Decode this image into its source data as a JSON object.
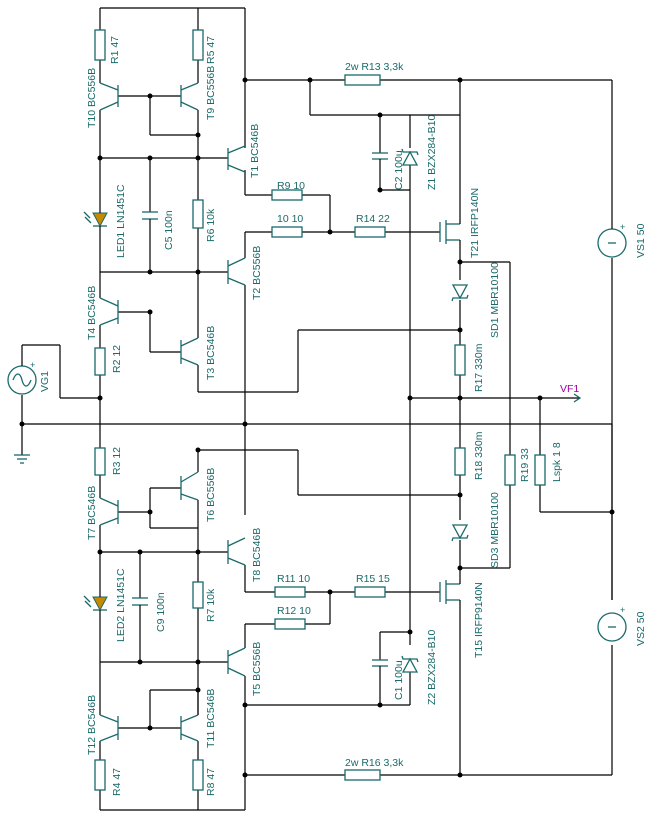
{
  "components": {
    "R1": "R1 47",
    "R5": "R5 47",
    "T10": "T10 BC556B",
    "T9": "T9 BC556B",
    "T1": "T1 BC546B",
    "R13": "2w R13 3,3k",
    "C2": "C2 100u",
    "Z1": "Z1 BZX284-B10",
    "T21": "T21 IRFP140N",
    "R9": "R9 10",
    "R10": "10 10",
    "R14": "R14 22",
    "LED1": "LED1 LN1451C",
    "C5": "C5 100n",
    "R6": "R6 10k",
    "T2": "T2 BC556B",
    "VS1": "VS1 50",
    "SD1": "SD1 MBR10100",
    "T4": "T4 BC546B",
    "T3": "T3 BC546B",
    "R2": "R2 12",
    "VG1": "VG1",
    "R17": "R17 330m",
    "VF1": "VF1",
    "R3": "R3 12",
    "R18": "R18 330m",
    "R19": "R19 33",
    "Lspk": "Lspk 1 8",
    "T7": "T7 BC546B",
    "T6": "T6 BC556B",
    "T8": "T8 BC546B",
    "SD3": "SD3 MBR10100",
    "R11": "R11 10",
    "R15": "R15 15",
    "T15": "T15 IRFP9140N",
    "LED2": "LED2 LN1451C",
    "C9": "C9 100n",
    "R7": "R7 10k",
    "R12": "R12 10",
    "VS2": "VS2 50",
    "T5": "T5 BC556B",
    "C1": "C1 100u",
    "Z2": "Z2 BZX284-B10",
    "T12": "T12 BC546B",
    "T11": "T11 BC546B",
    "R4": "R4 47",
    "R8": "R8 47",
    "R16": "2w R16 3,3k"
  }
}
